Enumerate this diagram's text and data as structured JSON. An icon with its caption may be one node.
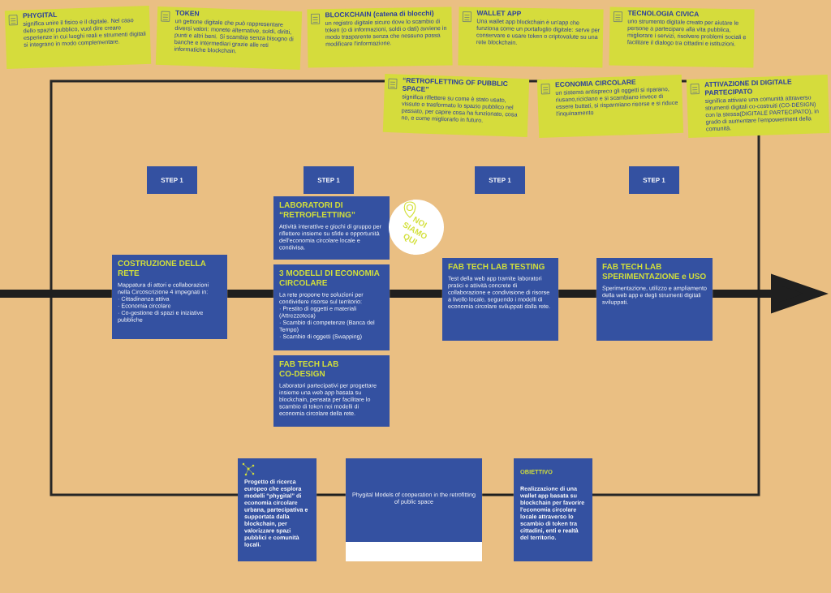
{
  "diagram": {
    "nodes": [
      {
        "text": [
          "PHYGITAL",
          "significa unire il fisico e il digitale. Nel caso dello spazio pubblico, vuol dire creare esperienze in cui luoghi reali e strumenti digitali si integrano in modo complementare."
        ]
      },
      {
        "text": [
          "TOKEN",
          "un gettone digitale che può rappresentare diversi valori: monete alternative, soldi, diritti, punti e altri beni. Si scambia senza bisogno di banche e intermediari grazie alle reti informatiche blockchain."
        ]
      },
      {
        "text": [
          "BLOCKCHAIN (catena di blocchi)",
          "un registro digitale sicuro dove lo scambio di token (o di informazioni, soldi o dati) avviene in modo trasparente senza che nessuno possa modificare l'informazione."
        ]
      },
      {
        "text": [
          "“RETROFLETTING OF PUBBLIC SPACE”",
          "significa riflettere su come è stato usato, vissuto o trasformato lo spazio pubblico nel passato, per capire cosa ha funzionato, cosa no, e come migliorarlo in futuro."
        ]
      },
      {
        "text": [
          "WALLET APP",
          "Una wallet app blockchain è un'app che funziona come un portafoglio digitale: serve per conservare e usare token o criptovalute su una rete blockchain."
        ]
      },
      {
        "text": [
          "ECONOMIA CIRCOLARE",
          "un sistema antispreco gli oggetti si riparano, riusano,riciclano e si scambiano invece di essere buttati, si risparmiano risorse e si riduce l'inquinamento"
        ]
      },
      {
        "text": [
          "TECNOLOGIA CIVICA",
          "uno strumento digitale creato per aiutare le persone a partecipare alla vita pubblica, migliorare i servizi, risolvere problemi sociali e facilitare il dialogo tra cittadini e istituzioni."
        ]
      },
      {
        "text": [
          "ATTIVAZIONE DI DIGITALE PARTECIPATO",
          "significa attivare una comunità attraverso strumenti digitali co-costruiti (CO-DESIGN) con la stessa(DIGITALE PARTECIPATO), in grado di aumentare l'empowerment della comunità."
        ]
      },
      {
        "text": [
          "STEP 1"
        ]
      },
      {
        "text": [
          "STEP 1"
        ]
      },
      {
        "text": [
          "STEP 1"
        ]
      },
      {
        "text": [
          "STEP 1"
        ]
      },
      {
        "text": [
          "LABORATORI DI “RETROFLETTING”",
          "Attività interattive e giochi di gruppo per riflettere insieme su sfide e opportunità dell'economia circolare locale e condivisa."
        ]
      },
      {
        "text": [
          "NOI SIAMO QUI"
        ]
      },
      {
        "text": [
          "COSTRUZIONE DELLA RETE",
          "Mappatura di attori e collaborazioni nella Circoscrizione 4 impegnati in:",
          "· Cittadinanza attiva",
          "· Economia circolare",
          "· Co-gestione di spazi e iniziative pubbliche"
        ]
      },
      {
        "text": [
          "3 MODELLI DI ECONOMIA CIRCOLARE",
          "La rete propone tre soluzioni per condividere risorse sul territorio:",
          "· Prestito di oggetti e materiali (Attrezzoteca)",
          "· Scambio di competenze (Banca del Tempo)",
          "· Scambio di oggetti (Swapping)"
        ]
      },
      {
        "text": [
          "FAB TECH LAB TESTING",
          "Test della web app tramite laboratori pratici e attività concrete di collaborazione e condivisione di risorse a livello locale, seguendo i modelli di economia circolare sviluppati dalla rete."
        ]
      },
      {
        "text": [
          "FAB TECH LAB SPERIMENTAZIONE e USO",
          "Sperimentazione, utilizzo e ampliamento della web app e degli strumenti digitali sviluppati."
        ]
      },
      {
        "text": [
          "FAB TECH LAB CO-DESIGN",
          "Laboratori partecipativi per progettare insieme una web app basata su blockchain, pensata per facilitare lo scambio di token nei modelli di economia circolare della rete."
        ]
      },
      {
        "text": [
          "Progetto di ricerca europeo che esplora modelli “phygital” di economia circolare urbana, partecipativa e supportata dalla blockchain, per valorizzare spazi pubblici e comunità locali."
        ]
      },
      {
        "text": [
          "Phygital Models of cooperation in the retrofitting of public space"
        ]
      },
      {
        "text": [
          "OBIETTIVO",
          "Realizzazione di una wallet app basata su blockchain per favorire l'economia circolare locale attraverso lo scambio di token tra cittadini, enti e realtà del territorio."
        ]
      }
    ],
    "edges": [
      {
        "from": null,
        "to": 14,
        "arrow": "none"
      },
      {
        "from": 14,
        "to": 15,
        "arrow": "none"
      },
      {
        "from": 15,
        "to": 16,
        "arrow": "none"
      },
      {
        "from": 16,
        "to": 17,
        "arrow": "none"
      },
      {
        "from": 17,
        "to": null,
        "arrow": "to"
      },
      {
        "from": 19,
        "to": 20,
        "arrow": "none"
      },
      {
        "from": 20,
        "to": 21,
        "arrow": "none"
      }
    ]
  }
}
